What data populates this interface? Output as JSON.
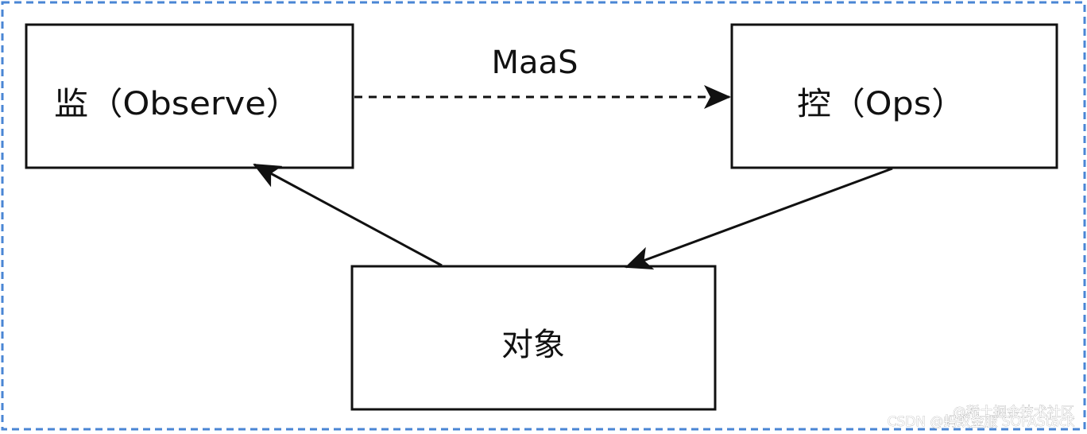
{
  "diagram": {
    "nodes": {
      "observe": {
        "label": "监（Observe）"
      },
      "ops": {
        "label": "控（Ops）"
      },
      "object": {
        "label": "对象"
      }
    },
    "edges": {
      "maas": {
        "label": "MaaS",
        "style": "dashed",
        "from": "observe",
        "to": "ops"
      },
      "ops_to_object": {
        "style": "solid",
        "from": "ops",
        "to": "object"
      },
      "object_to_observe": {
        "style": "solid",
        "from": "object",
        "to": "observe"
      }
    }
  },
  "watermarks": {
    "juejin": "@稀土掘金技术社区",
    "csdn": "CSDN @蚂蚁金服 SOFAStack"
  },
  "colors": {
    "frame_border": "#4a86d4",
    "node_border": "#111111",
    "edge": "#111111",
    "background": "#ffffff"
  }
}
